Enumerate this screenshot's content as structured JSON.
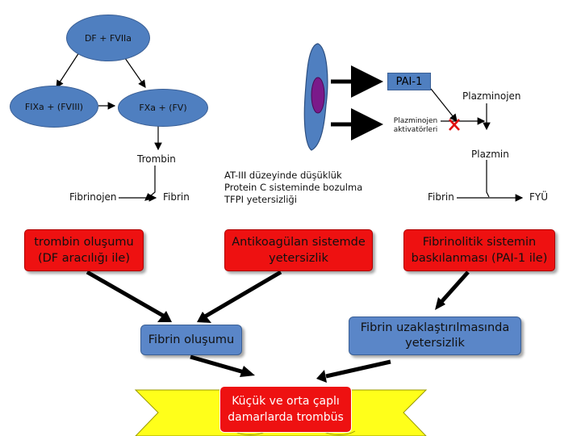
{
  "nodes": {
    "df_fviia": "DF + FVIIa",
    "fixa_fviii": "FIXa + (FVIII)",
    "fxa_fv": "FXa + (FV)",
    "pai1": "PAI-1",
    "plazminojen": "Plazminojen",
    "plazminojen_aktivatorleri": "Plazminojen aktivatörleri",
    "plazmin": "Plazmin",
    "trombin": "Trombin",
    "fibrinojen": "Fibrinojen",
    "fibrin_left": "Fibrin",
    "fibrin_right": "Fibrin",
    "fyu": "FYÜ",
    "anticoag_lines": [
      "AT-III düzeyinde düşüklük",
      "Protein C sisteminde bozulma",
      "TFPI yetersizliği"
    ]
  },
  "boxes": {
    "trombin_olusumu": "trombin oluşumu (DF aracılığı ile)",
    "antikoagulan": "Antikoagülan sistemde yetersizlik",
    "fibrinolitik": "Fibrinolitik sistemin baskılanması (PAI-1 ile)",
    "fibrin_olusumu": "Fibrin oluşumu",
    "fibrin_uzaklastirilmasi": "Fibrin uzaklaştırılmasında yetersizlik",
    "sonuc": "Küçük ve orta çaplı damarlarda trombüs"
  },
  "colors": {
    "ellipse_fill": "#4f7fc0",
    "red_box": "#ee1111",
    "blue_box": "#5a86c8",
    "banner": "#ffff1a",
    "cross": "#e01010"
  }
}
